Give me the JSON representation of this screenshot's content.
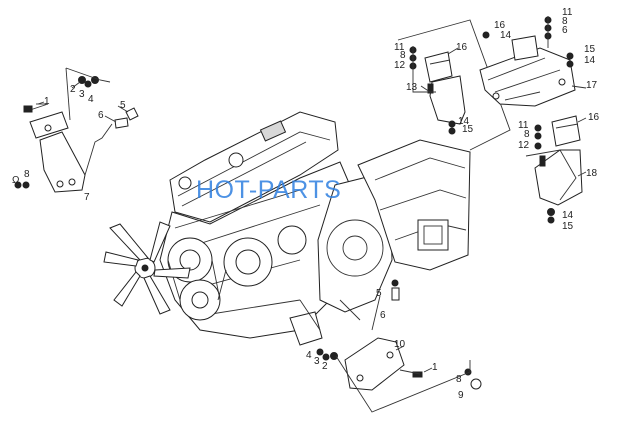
{
  "watermark": "HOT-PARTS",
  "callouts": [
    {
      "id": "c-1a",
      "text": "1"
    },
    {
      "id": "c-2a",
      "text": "2"
    },
    {
      "id": "c-3a",
      "text": "3"
    },
    {
      "id": "c-4a",
      "text": "4"
    },
    {
      "id": "c-5a",
      "text": "5"
    },
    {
      "id": "c-6a",
      "text": "6"
    },
    {
      "id": "c-7a",
      "text": "7"
    },
    {
      "id": "c-8a",
      "text": "8"
    },
    {
      "id": "c-9a",
      "text": "Ω"
    },
    {
      "id": "c-11a",
      "text": "11"
    },
    {
      "id": "c-8b",
      "text": "8"
    },
    {
      "id": "c-12a",
      "text": "12"
    },
    {
      "id": "c-13a",
      "text": "13"
    },
    {
      "id": "c-16a",
      "text": "16"
    },
    {
      "id": "c-14a",
      "text": "14"
    },
    {
      "id": "c-15a",
      "text": "15"
    },
    {
      "id": "c-16b",
      "text": "16"
    },
    {
      "id": "c-14b",
      "text": "14"
    },
    {
      "id": "c-11b",
      "text": "11"
    },
    {
      "id": "c-8c",
      "text": "8"
    },
    {
      "id": "c-6b",
      "text": "6"
    },
    {
      "id": "c-15b",
      "text": "15"
    },
    {
      "id": "c-14c",
      "text": "14"
    },
    {
      "id": "c-17a",
      "text": "17"
    },
    {
      "id": "c-16c",
      "text": "16"
    },
    {
      "id": "c-11c",
      "text": "11"
    },
    {
      "id": "c-8d",
      "text": "8"
    },
    {
      "id": "c-12b",
      "text": "12"
    },
    {
      "id": "c-18a",
      "text": "18"
    },
    {
      "id": "c-14d",
      "text": "14"
    },
    {
      "id": "c-15c",
      "text": "15"
    },
    {
      "id": "c-5b",
      "text": "5"
    },
    {
      "id": "c-6c",
      "text": "6"
    },
    {
      "id": "c-10a",
      "text": "10"
    },
    {
      "id": "c-4b",
      "text": "4"
    },
    {
      "id": "c-3b",
      "text": "3"
    },
    {
      "id": "c-2b",
      "text": "2"
    },
    {
      "id": "c-1b",
      "text": "1"
    },
    {
      "id": "c-8e",
      "text": "8"
    },
    {
      "id": "c-9b",
      "text": "9"
    }
  ]
}
